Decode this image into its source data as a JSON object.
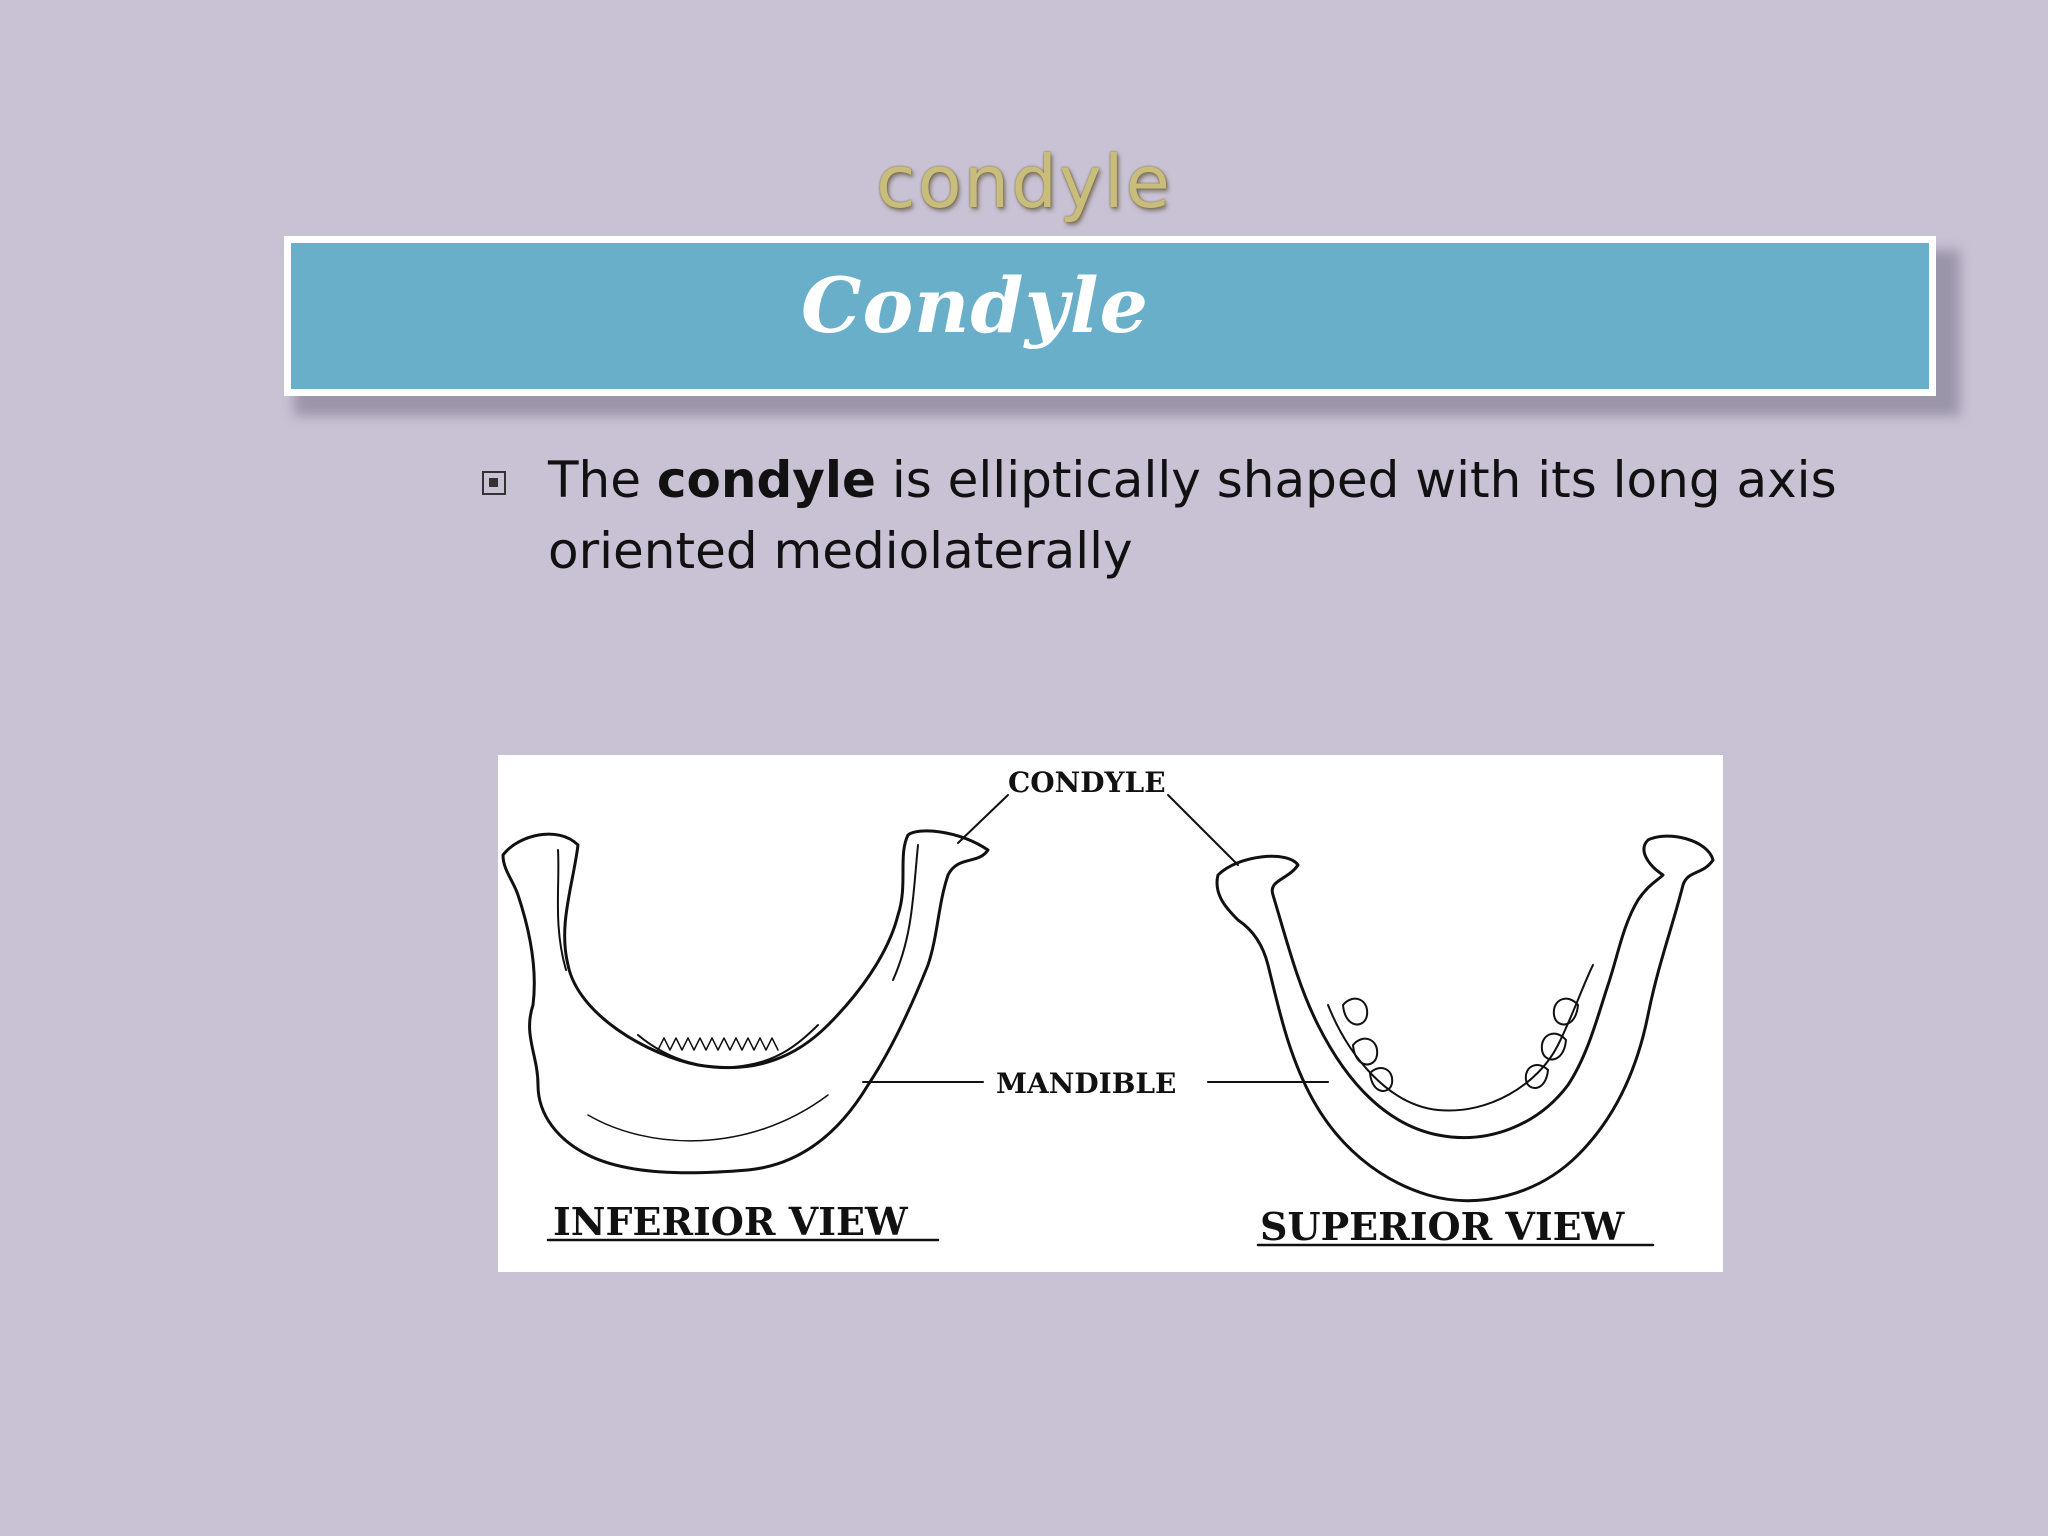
{
  "slide": {
    "title": "condyle",
    "banner": "Condyle",
    "bullet": {
      "prefix": "The ",
      "bold": "condyle",
      "suffix": " is elliptically shaped with its long axis oriented mediolaterally"
    }
  },
  "figure": {
    "label_condyle": "CONDYLE",
    "label_mandible": "MANDIBLE",
    "label_inferior": "INFERIOR VIEW",
    "label_superior": "SUPERIOR VIEW"
  }
}
